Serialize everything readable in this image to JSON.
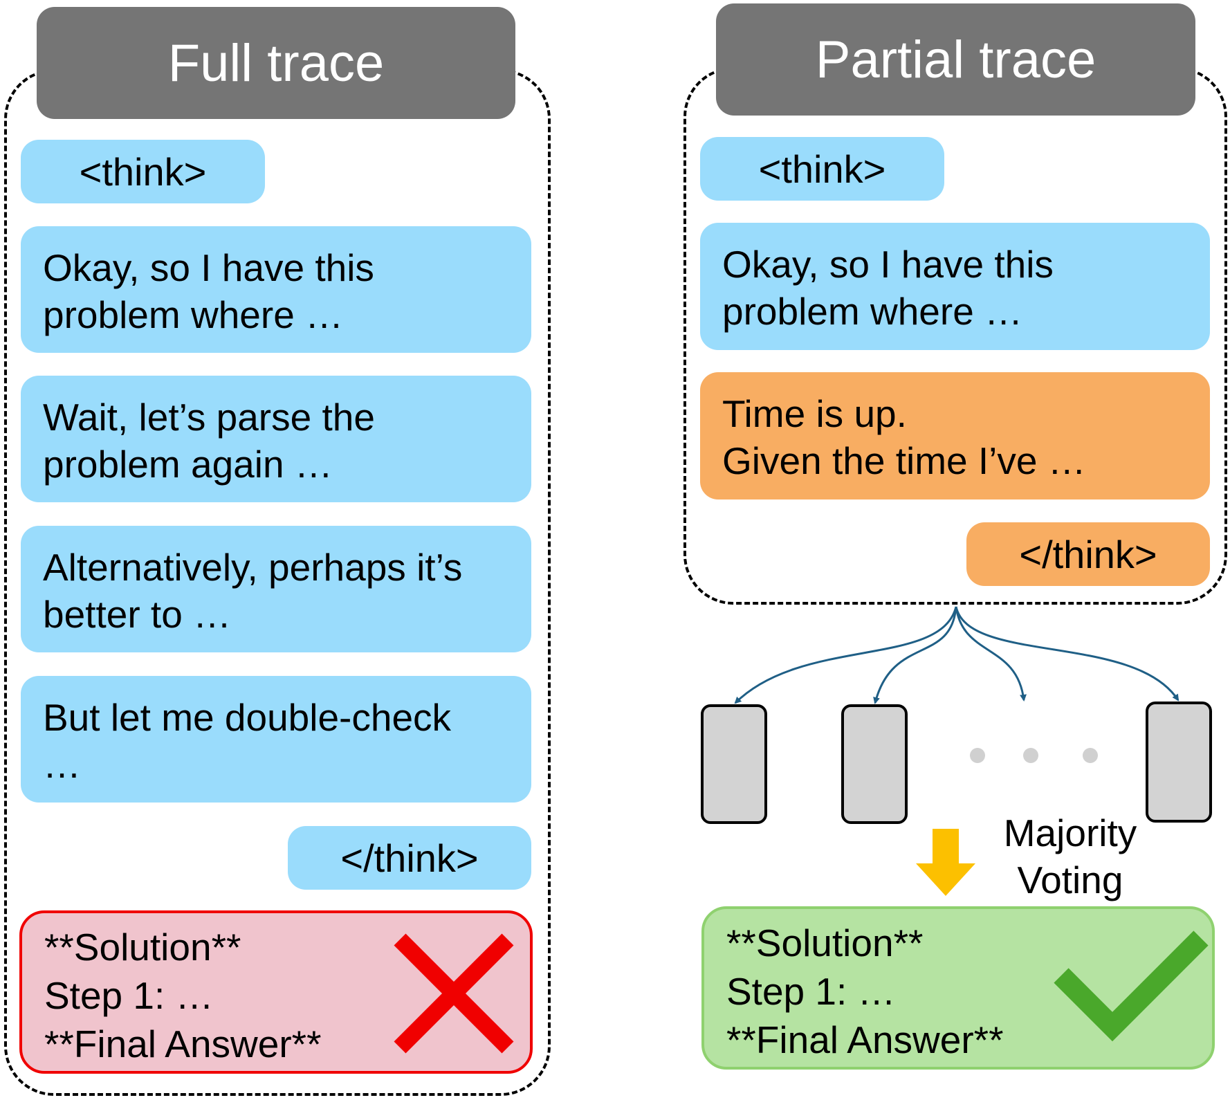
{
  "full_trace": {
    "title": "Full trace",
    "think_open": "<think>",
    "messages": [
      "Okay, so I have this\nproblem where …",
      "Wait, let’s parse the\nproblem again …",
      "Alternatively, perhaps it’s\nbetter to …",
      "But let me double-check\n…"
    ],
    "think_close": "</think>",
    "solution": {
      "line1": "**Solution**",
      "line2": "Step 1: …",
      "line3": "**Final Answer**"
    },
    "result_icon": "cross-mark-icon"
  },
  "partial_trace": {
    "title": "Partial trace",
    "think_open": "<think>",
    "message": "Okay, so I have this\nproblem where …",
    "interrupt": "Time is up.\nGiven the time I’ve …",
    "think_close": "</think>",
    "solution": {
      "line1": "**Solution**",
      "line2": "Step 1: …",
      "line3": "**Final Answer**"
    },
    "result_icon": "check-mark-icon"
  },
  "voting": {
    "label_line1": "Majority",
    "label_line2": "Voting"
  },
  "colors": {
    "header": "#757575",
    "trace_step": "#9adcfc",
    "interrupt": "#f8ad62",
    "wrong_fill": "#f0c4cd",
    "wrong_border": "#f00000",
    "right_fill": "#b5e3a2",
    "right_border": "#8fd16f",
    "branch_arrow": "#1f5f86",
    "vote_arrow": "#fcc000"
  }
}
